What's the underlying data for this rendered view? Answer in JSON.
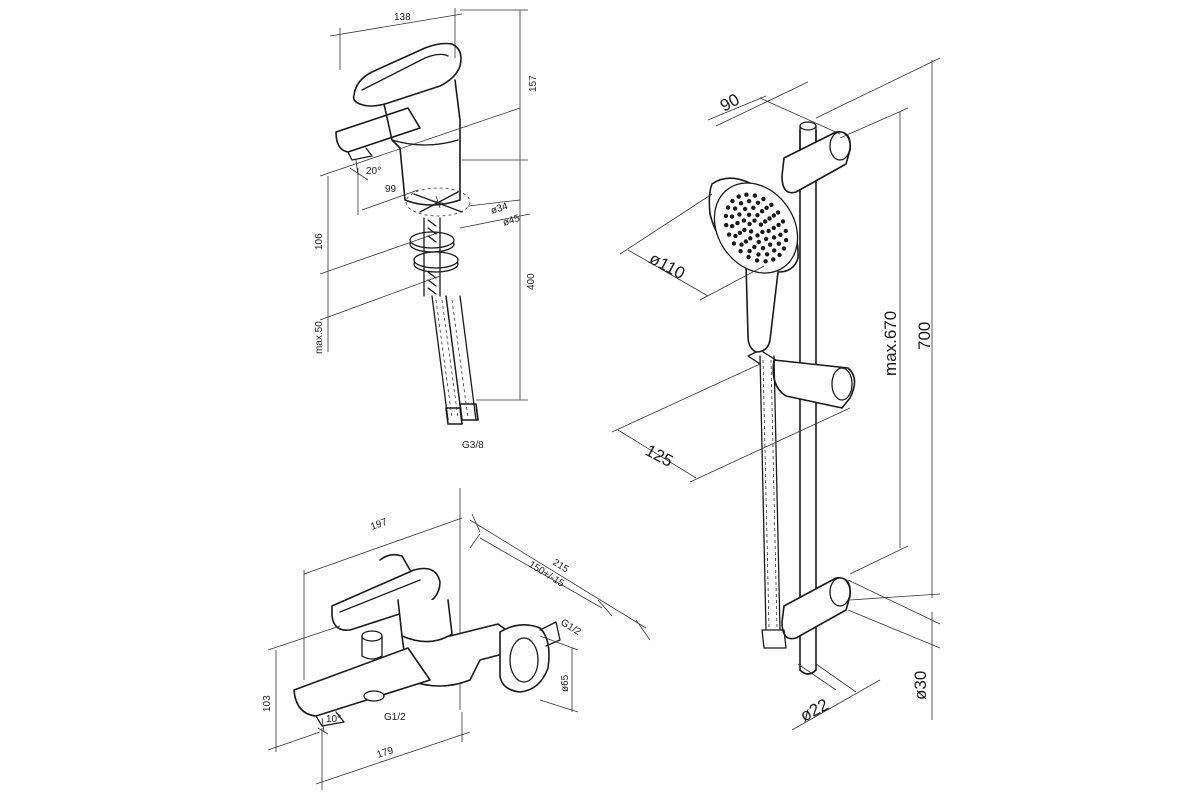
{
  "basin": {
    "d138": "138",
    "d157": "157",
    "d20": "20°",
    "d99": "99",
    "d34": "ø34",
    "d45": "ø45",
    "d106": "106",
    "d400": "400",
    "max50": "max.50",
    "g38": "G3/8"
  },
  "shower": {
    "d90": "90",
    "d110": "ø110",
    "d125": "125",
    "max670": "max.670",
    "d700": "700",
    "d22": "ø22",
    "d30": "ø30"
  },
  "bath": {
    "d197": "197",
    "d215": "215",
    "d150": "150+/-15",
    "g12a": "G1/2",
    "d65": "ø65",
    "d103": "103",
    "d10": "10°",
    "g12b": "G1/2",
    "d179": "179"
  }
}
